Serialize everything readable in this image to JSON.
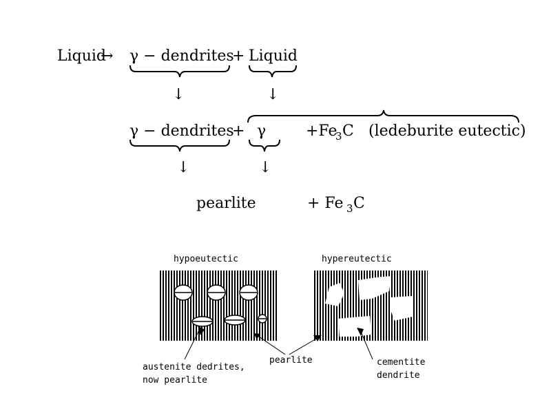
{
  "equation": {
    "row1": {
      "liquid": "Liquid",
      "arrow": "→",
      "gamma_dendrites": "γ − dendrites",
      "plus": "+",
      "liquid2": "Liquid"
    },
    "down_arrow": "↓",
    "row2": {
      "gamma_dendrites": "γ − dendrites",
      "plus": "+",
      "gamma": "γ",
      "plus_fe": "+Fe",
      "sub3": "3",
      "c": "C",
      "ledeburite": "(ledeburite eutectic)"
    },
    "row3": {
      "pearlite": "pearlite",
      "plus_fe": "+ Fe",
      "sub3": "3",
      "c": "C"
    }
  },
  "micrographs": {
    "hypo_title": "hypoeutectic",
    "hyper_title": "hypereutectic",
    "label_austenite_line1": "austenite dedrites,",
    "label_austenite_line2": "now pearlite",
    "label_pearlite": "pearlite",
    "label_cementite_line1": "cementite",
    "label_cementite_line2": "dendrite"
  }
}
